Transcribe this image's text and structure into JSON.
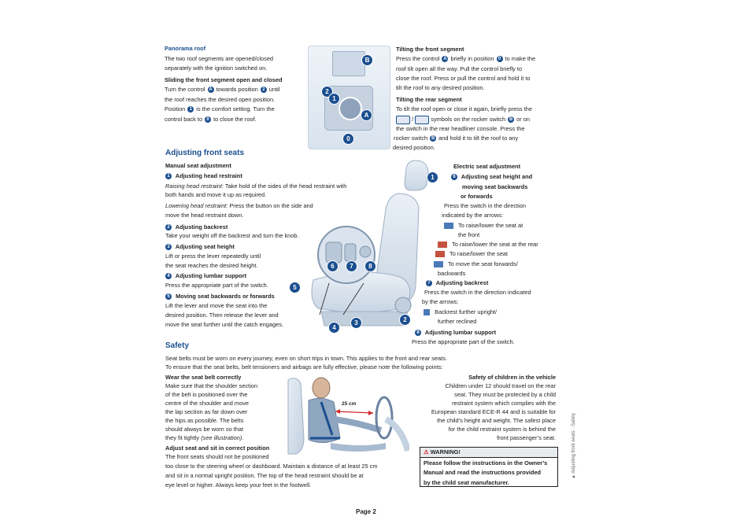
{
  "panorama": {
    "heading": "Panorama roof",
    "intro1": "The two roof segments are opened/closed",
    "intro2": "separately with the ignition switched on.",
    "sub": "Sliding the front segment open and closed",
    "l1a": "Turn the control",
    "l1b": "towards position",
    "l1c": "until",
    "l2": "the roof reaches the desired open position.",
    "l3a": "Position",
    "l3b": "is the comfort setting. Turn the",
    "l4a": "control back to",
    "l4b": "to close the roof."
  },
  "tilt": {
    "front_heading": "Tilting the front segment",
    "f1a": "Press the control",
    "f1b": "briefly in position",
    "f1c": "to make the",
    "f2": "roof tilt open all the way. Pull the control briefly to",
    "f3": "close the roof. Press or pull the control and hold it to",
    "f4": "tilt the roof to any desired position.",
    "rear_heading": "Tilting the rear segment",
    "r1": "To tilt the roof open or close it again, briefly press the",
    "r2a": "/",
    "r2b": "symbols on the rocker switch",
    "r2c": "or on",
    "r3": "the switch in the rear headliner console. Press the",
    "r4a": "rocker switch",
    "r4b": "and hold it to tilt the roof to any",
    "r5": "desired position."
  },
  "seats": {
    "heading": "Adjusting front seats",
    "manual_heading": "Manual seat adjustment",
    "h1": "Adjusting head restraint",
    "raise_label": "Raising head restraint:",
    "raise_text": "Take hold of the sides of the head restraint with",
    "raise_text2": "both hands and move it up as required.",
    "lower_label": "Lowering head restraint:",
    "lower_text": "Press the button on the side and",
    "lower_text2": "move the head restraint down.",
    "h2": "Adjusting backrest",
    "backrest_text": "Take your weight off the backrest and turn the knob.",
    "h3": "Adjusting seat height",
    "height1": "Lift or press the lever repeatedly until",
    "height2": "the seat reaches the desired height.",
    "h4": "Adjusting lumbar support",
    "lumbar_text": "Press the appropriate part of the switch.",
    "h5": "Moving seat backwards or forwards",
    "move1": "Lift the lever and move the seat into the",
    "move2": "desired position. Then release the lever and",
    "move3": "move the seat further until the catch engages."
  },
  "electric": {
    "heading": "Electric seat adjustment",
    "h6a": "Adjusting seat height and",
    "h6b": "moving seat backwards",
    "h6c": "or forwards",
    "t1": "Press the switch in the direction",
    "t2": "indicated by the arrows:",
    "a1a": "To raise/lower the seat at",
    "a1b": "the front",
    "a2": "To raise/lower the seat at the rear",
    "a3": "To raise/lower the seat",
    "a4a": "To move the seat forwards/",
    "a4b": "backwards",
    "h7": "Adjusting backrest",
    "b1": "Press the switch in the direction indicated",
    "b2": "by the arrows:",
    "b3a": "Backrest further upright/",
    "b3b": "further reclined",
    "h8": "Adjusting lumbar support",
    "l1": "Press the appropriate part of the switch."
  },
  "safety": {
    "heading": "Safety",
    "p1": "Seat belts must be worn on every journey, even on short trips in town. This applies to the front and rear seats.",
    "p2": "To ensure that the seat belts, belt tensioners and airbags are fully effective, please note the following points:",
    "belt_heading": "Wear the seat belt correctly",
    "belt": [
      "Make sure that the shoulder section",
      "of the belt is positioned over the",
      "centre of the shoulder and move",
      "the lap section as far down over",
      "the hips as possible. The belts",
      "should always be worn so that"
    ],
    "belt_last": "they fit tightly",
    "belt_ital": "(see illustration).",
    "sit_heading": "Adjust seat and sit in correct position",
    "sit1": "The front seats should not be positioned",
    "sit2": "too close to the steering wheel or dashboard. Maintain a distance of at least 25 cm",
    "sit3": "and sit in a normal upright position. The top of the head restraint should be at",
    "sit4": "eye level or higher. Always keep your feet in the footwell.",
    "distance": "25 cm",
    "child_heading": "Safety of children in the vehicle",
    "child": [
      "Children under 12 should travel on the rear",
      "seat. They must be protected by a child",
      "restraint system which complies with the",
      "European standard ECE-R 44 and is suitable for",
      "the child’s height and weight. The safest place",
      "for the child restraint system is behind the",
      "front passenger’s seat."
    ],
    "warning_title": "WARNING!",
    "warning": [
      "Please follow the instructions in the Owner’s",
      "Manual and read the instructions provided",
      "by the child seat manufacturer."
    ]
  },
  "markers": {
    "A": "A",
    "B": "B",
    "zero": "0",
    "one": "1",
    "two": "2",
    "three": "3",
    "four": "4",
    "five": "5",
    "six": "6",
    "seven": "7",
    "eight": "8"
  },
  "sidebar": "▲ Adjusting front seats · Safety",
  "footer": "Page 2"
}
